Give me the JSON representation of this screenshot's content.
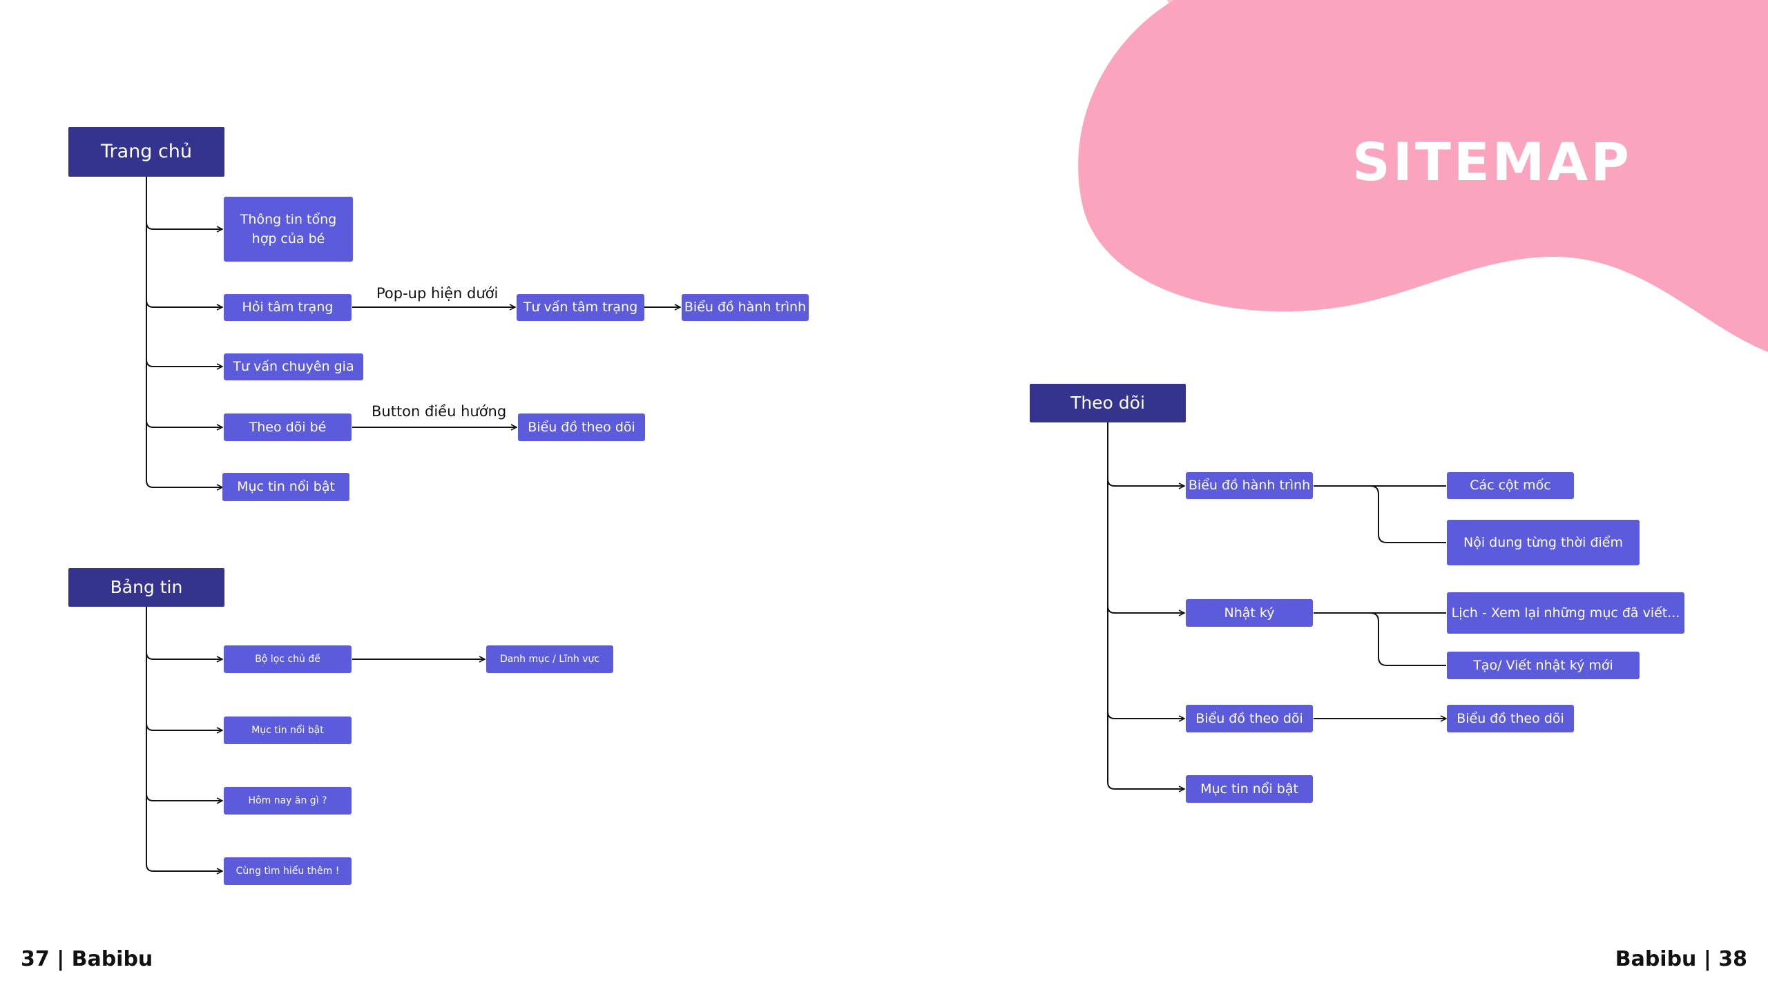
{
  "title": "SITEMAP",
  "footer": {
    "left": "37 | Babibu",
    "right": "Babibu | 38"
  },
  "colors": {
    "root": "#34348e",
    "node": "#5b5bdc",
    "blob_main": "#fba4bd",
    "blob_light": "#fcc2d2",
    "line": "#111111"
  },
  "trang_chu": {
    "root": "Trang chủ",
    "thong_tin": "Thông tin tổng hợp của bé",
    "hoi_tam_trang": "Hỏi tâm trạng",
    "popup_label": "Pop-up hiện dưới",
    "tu_van_tam_trang": "Tư vấn tâm trạng",
    "bieu_do_hanh_trinh": "Biểu đồ hành trình",
    "tu_van_chuyen_gia": "Tư vấn chuyên gia",
    "theo_doi_be": "Theo dõi bé",
    "button_label": "Button điều hướng",
    "bieu_do_theo_doi": "Biểu đồ theo dõi",
    "muc_tin_noi_bat": "Mục tin nổi bật"
  },
  "bang_tin": {
    "root": "Bảng tin",
    "bo_loc": "Bộ lọc chủ đề",
    "danh_muc": "Danh mục / Lĩnh vực",
    "muc_tin": "Mục tin nổi bật",
    "hom_nay": "Hôm nay ăn gì ?",
    "cung_tim": "Cùng tìm hiểu thêm !"
  },
  "theo_doi": {
    "root": "Theo dõi",
    "bieu_do_hanh_trinh": "Biểu đồ hành trình",
    "cac_cot_moc": "Các cột mốc",
    "noi_dung": "Nội dung từng thời điểm",
    "nhat_ky": "Nhật ký",
    "lich": "Lịch - Xem lại những mục đã viết...",
    "tao_viet": "Tạo/ Viết nhật ký mới",
    "bieu_do_theo_doi": "Biểu đồ theo dõi",
    "bieu_do_theo_doi_child": "Biểu đồ theo dõi",
    "muc_tin_noi_bat": "Mục tin nổi bật"
  }
}
